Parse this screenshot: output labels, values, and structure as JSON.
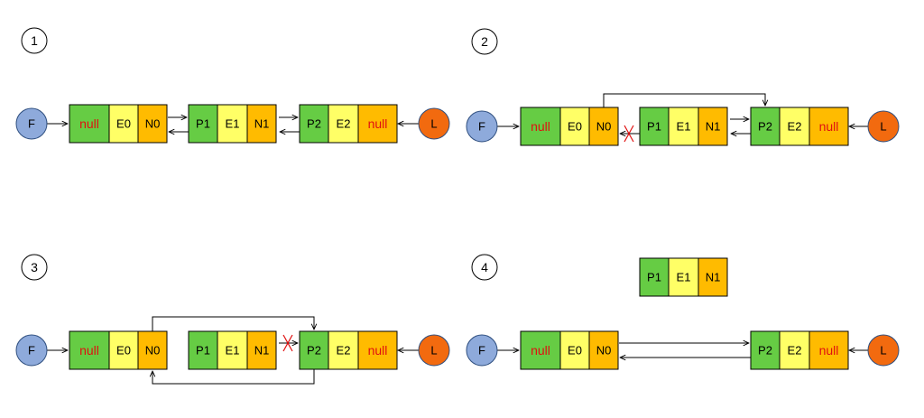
{
  "colors": {
    "green": "#66cc44",
    "yellow": "#ffff66",
    "orange": "#ffbb00",
    "first_circle": "#8eaadb",
    "last_circle": "#f26a0f",
    "null_text": "#e01010",
    "cross": "#e01010"
  },
  "panels": [
    {
      "step": "1",
      "first": "F",
      "last": "L",
      "nodes": [
        [
          "null",
          "E0",
          "N0"
        ],
        [
          "P1",
          "E1",
          "N1"
        ],
        [
          "P2",
          "E2",
          "null"
        ]
      ]
    },
    {
      "step": "2",
      "first": "F",
      "last": "L",
      "nodes": [
        [
          "null",
          "E0",
          "N0"
        ],
        [
          "P1",
          "E1",
          "N1"
        ],
        [
          "P2",
          "E2",
          "null"
        ]
      ]
    },
    {
      "step": "3",
      "first": "F",
      "last": "L",
      "nodes": [
        [
          "null",
          "E0",
          "N0"
        ],
        [
          "P1",
          "E1",
          "N1"
        ],
        [
          "P2",
          "E2",
          "null"
        ]
      ]
    },
    {
      "step": "4",
      "first": "F",
      "last": "L",
      "nodes": [
        [
          "null",
          "E0",
          "N0"
        ],
        [
          "P1",
          "E1",
          "N1"
        ],
        [
          "P2",
          "E2",
          "null"
        ]
      ]
    }
  ]
}
